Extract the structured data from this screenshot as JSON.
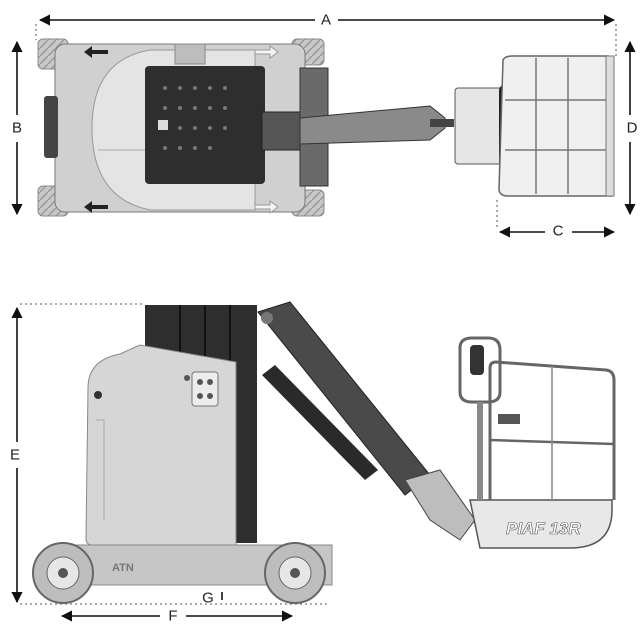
{
  "dimensions": {
    "A": "A",
    "B": "B",
    "C": "C",
    "D": "D",
    "E": "E",
    "F": "F",
    "G": "G"
  },
  "machine": {
    "model_label": "PIAF 13R",
    "logo_label": "ATN"
  },
  "colors": {
    "body_light": "#dcdcdc",
    "body_mid": "#b8b8b8",
    "body_dark": "#333333",
    "line": "#111111"
  },
  "icons": [
    "arrow-left-icon",
    "arrow-right-icon",
    "wheel-icon",
    "basket-icon",
    "mast-icon"
  ]
}
